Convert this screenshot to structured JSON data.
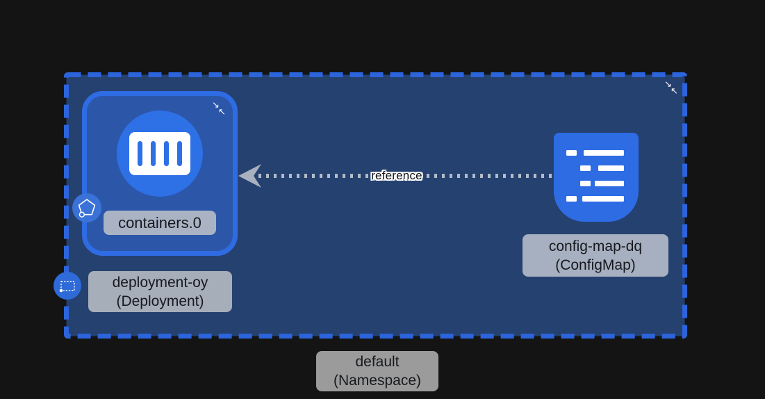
{
  "nodes": {
    "namespace": {
      "line1": "default",
      "line2": "(Namespace)",
      "kind": "Namespace",
      "name": "default"
    },
    "deployment": {
      "line1": "deployment-oy",
      "line2": "(Deployment)",
      "kind": "Deployment",
      "name": "deployment-oy"
    },
    "container": {
      "label": "containers.0"
    },
    "configmap": {
      "line1": "config-map-dq",
      "line2": "(ConfigMap)",
      "kind": "ConfigMap",
      "name": "config-map-dq"
    }
  },
  "edge": {
    "label": "reference"
  },
  "glyphs": {
    "collapse_se": "↘",
    "collapse_nw": "↖"
  },
  "icons": {
    "container_icon": "container-box with 4 vertical bars",
    "configmap_icon": "list-lines document",
    "pentagon_badge_icon": "pentagon outline",
    "namespace_badge_icon": "dashed rectangle",
    "collapse_icon": "two inward diagonal arrows"
  },
  "colors": {
    "background": "#141414",
    "namespace_fill": "#254170",
    "namespace_dash": "#2c64dc",
    "deployment_fill": "#2c56a8",
    "deployment_border": "#2f6ce4",
    "node_blue": "#2e70e6",
    "edge_dots": "#ccd0d9",
    "edge_arrow": "#a9b1c0",
    "label_bg": "#a9b3c4",
    "label_text": "#17191e"
  }
}
